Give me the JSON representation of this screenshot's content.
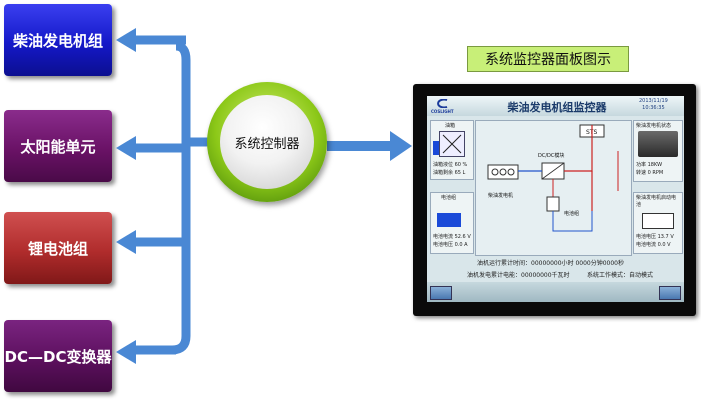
{
  "sources": [
    {
      "label": "柴油发电机组"
    },
    {
      "label": "太阳能单元"
    },
    {
      "label": "锂电池组"
    },
    {
      "label": "DC—DC变换器"
    }
  ],
  "controller": {
    "label": "系统控制器"
  },
  "monitor_caption": "系统监控器面板图示",
  "screen": {
    "logo": "COSLIGHT",
    "title": "柴油发电机组监控器",
    "date": "2013/11/19",
    "time": "10:36:35",
    "oil_panel": {
      "title": "油箱",
      "level_label": "油箱液位",
      "level_value": "60 %",
      "sub_label": "油箱剩余",
      "sub_value": "65 L"
    },
    "battery_panel": {
      "title": "电池组",
      "current_label": "电池电流",
      "current_value": "52.6 V",
      "voltage_label": "电池电压",
      "voltage_value": "0.0 A"
    },
    "diagram": {
      "sts": "STS",
      "dcdc": "DC/DC模块",
      "genset": "柴油发电机",
      "battery": "电池组"
    },
    "genset_panel": {
      "title": "柴油发电机状态",
      "power_label": "功率",
      "power_value": "18KW",
      "speed_label": "转速",
      "speed_value": "0 RPM"
    },
    "ac_panel": {
      "title": "柴油发电机启动电池",
      "v_label": "电池电压",
      "v_value": "13.7 V",
      "i_label": "电池电流",
      "i_value": "0.0 V"
    },
    "runtime_line": "油机运行累计时间：00000000小时 0000分钟0000秒",
    "energy_line": "油机发电累计电能：00000000千瓦时",
    "mode_line": "系统工作模式：自动模式"
  }
}
